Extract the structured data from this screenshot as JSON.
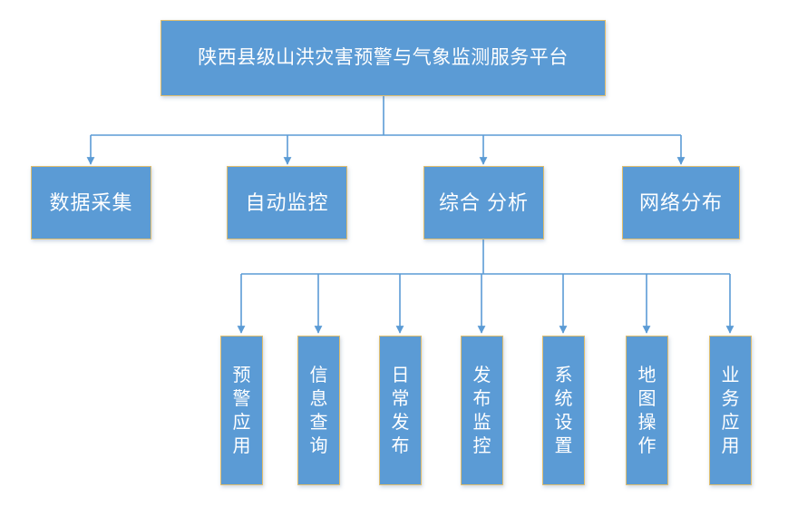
{
  "diagram": {
    "type": "hierarchy-tree",
    "orientation": "top-down",
    "colors": {
      "node_fill": "#5b9bd5",
      "node_border": "#e0be6e",
      "connector": "#5b9bd5",
      "text": "#ffffff",
      "background": "#ffffff"
    },
    "root": {
      "label": "陕西县级山洪灾害预警与气象监测服务平台"
    },
    "level2": [
      {
        "label": "数据采集"
      },
      {
        "label": "自动监控"
      },
      {
        "label": "综合 分析"
      },
      {
        "label": "网络分布"
      }
    ],
    "level3_parent": "综合 分析",
    "level3": [
      {
        "label": "预警应用"
      },
      {
        "label": "信息查询"
      },
      {
        "label": "日常发布"
      },
      {
        "label": "发布监控"
      },
      {
        "label": "系统设置"
      },
      {
        "label": "地图操作"
      },
      {
        "label": "业务应用"
      }
    ]
  }
}
